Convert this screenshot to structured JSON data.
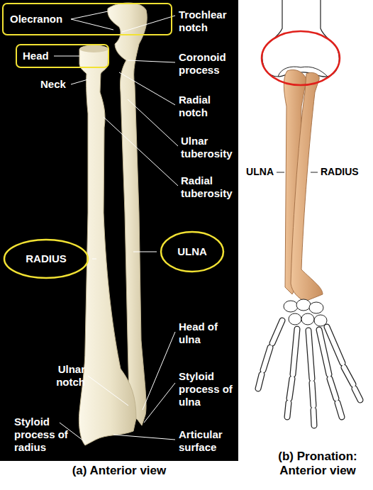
{
  "diagram": {
    "nodes": [
      {
        "text": [
          "Olecranon"
        ]
      },
      {
        "text": [
          "Head"
        ]
      },
      {
        "text": [
          "RADIUS"
        ]
      },
      {
        "text": [
          "ULNA"
        ]
      }
    ],
    "labels": [
      "Trochlear notch",
      "Neck",
      "Coronoid process",
      "Radial notch",
      "Ulnar tuberosity",
      "Radial tuberosity",
      "Head of ulna",
      "Ulnar notch",
      "Styloid process of ulna",
      "Styloid process of radius",
      "Articular surface",
      "(a) Anterior view",
      "ULNA",
      "RADIUS",
      "(b) Pronation: Anterior view"
    ]
  }
}
